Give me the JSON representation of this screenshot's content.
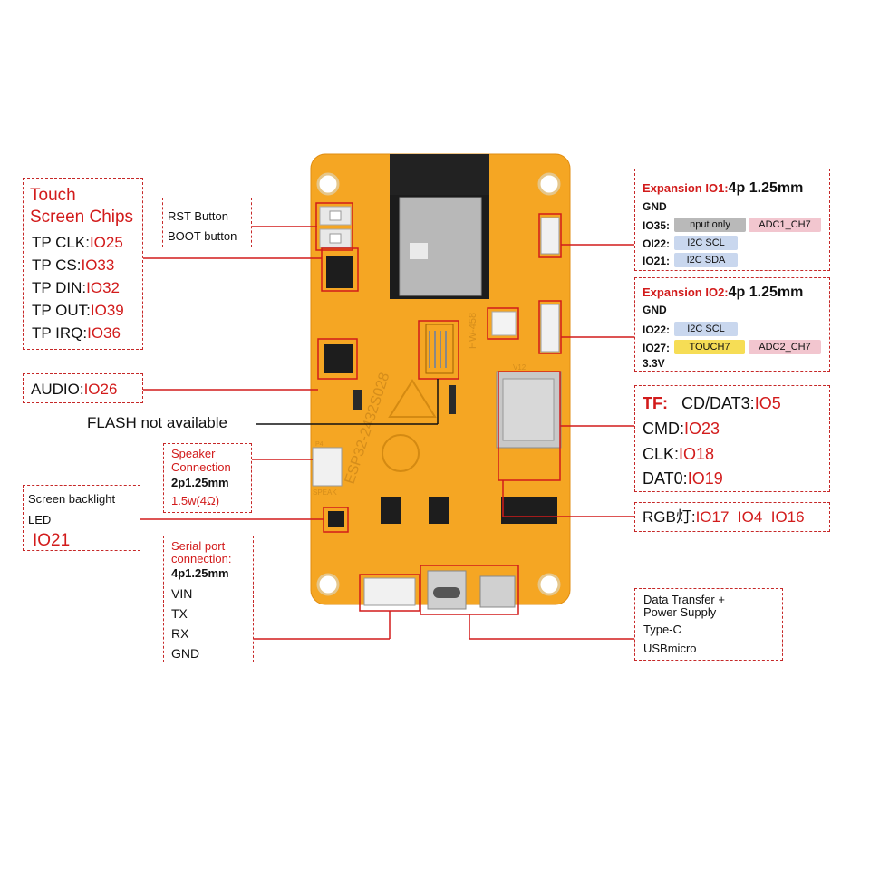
{
  "touch": {
    "title1": "Touch",
    "title2": "Screen Chips",
    "rows": [
      {
        "label": "TP CLK:",
        "pin": "IO25"
      },
      {
        "label": "TP CS:",
        "pin": "IO33"
      },
      {
        "label": "TP DIN:",
        "pin": "IO32"
      },
      {
        "label": "TP OUT:",
        "pin": "IO39"
      },
      {
        "label": "TP IRQ:",
        "pin": "IO36"
      }
    ]
  },
  "buttons": {
    "rst": "RST Button",
    "boot": "BOOT button"
  },
  "audio": {
    "label": "AUDIO:",
    "pin": "IO26"
  },
  "flash": {
    "label": "FLASH not available"
  },
  "speaker": {
    "title1": "Speaker",
    "title2": "Connection",
    "spec": "2p1.25mm",
    "power": "1.5w(4Ω)"
  },
  "backlight": {
    "line1": "Screen backlight",
    "line2": "LED",
    "pin": "IO21"
  },
  "serial": {
    "title1": "Serial port",
    "title2": "connection:",
    "spec": "4p1.25mm",
    "pins": [
      "VIN",
      "TX",
      "RX",
      "GND"
    ]
  },
  "expansion1": {
    "title": "Expansion IO1:",
    "spec": "4p 1.25mm",
    "gnd": "GND",
    "rows": [
      {
        "pin": "IO35:",
        "tag1": "nput only",
        "tag2": "ADC1_CH7"
      },
      {
        "pin": "OI22:",
        "tag1": "I2C SCL"
      },
      {
        "pin": "IO21:",
        "tag1": "I2C SDA"
      }
    ]
  },
  "expansion2": {
    "title": "Expansion IO2:",
    "spec": "4p 1.25mm",
    "gnd": "GND",
    "rows": [
      {
        "pin": "IO22:",
        "tag1": "I2C SCL"
      },
      {
        "pin": "IO27:",
        "tag1": "TOUCH7",
        "tag2": "ADC2_CH7"
      }
    ],
    "power": "3.3V"
  },
  "tf": {
    "title": "TF:",
    "rows": [
      {
        "label": "CD/DAT3:",
        "pin": "IO5"
      },
      {
        "label": "CMD:",
        "pin": "IO23"
      },
      {
        "label": "CLK:",
        "pin": "IO18"
      },
      {
        "label": "DAT0:",
        "pin": "IO19"
      }
    ]
  },
  "rgb": {
    "label": "RGB灯:",
    "pins": [
      "IO17",
      "IO4",
      "IO16"
    ]
  },
  "usb": {
    "line1": "Data Transfer +",
    "line2": "Power Supply",
    "line3": "Type-C",
    "line4": "USBmicro"
  },
  "board": {
    "silk_model": "ESP32-2432S028",
    "silk_module": "HW-458",
    "silk_v12": "V12",
    "silk_speak": "SPEAK",
    "silk_p4": "P4"
  },
  "colors": {
    "board": "#f5a623",
    "annotation": "#d21b1b",
    "tag_blue": "#c9d7ee",
    "tag_pink": "#f2c6cf",
    "tag_yellow": "#f6dd55",
    "tag_gray": "#b9b9b9"
  }
}
